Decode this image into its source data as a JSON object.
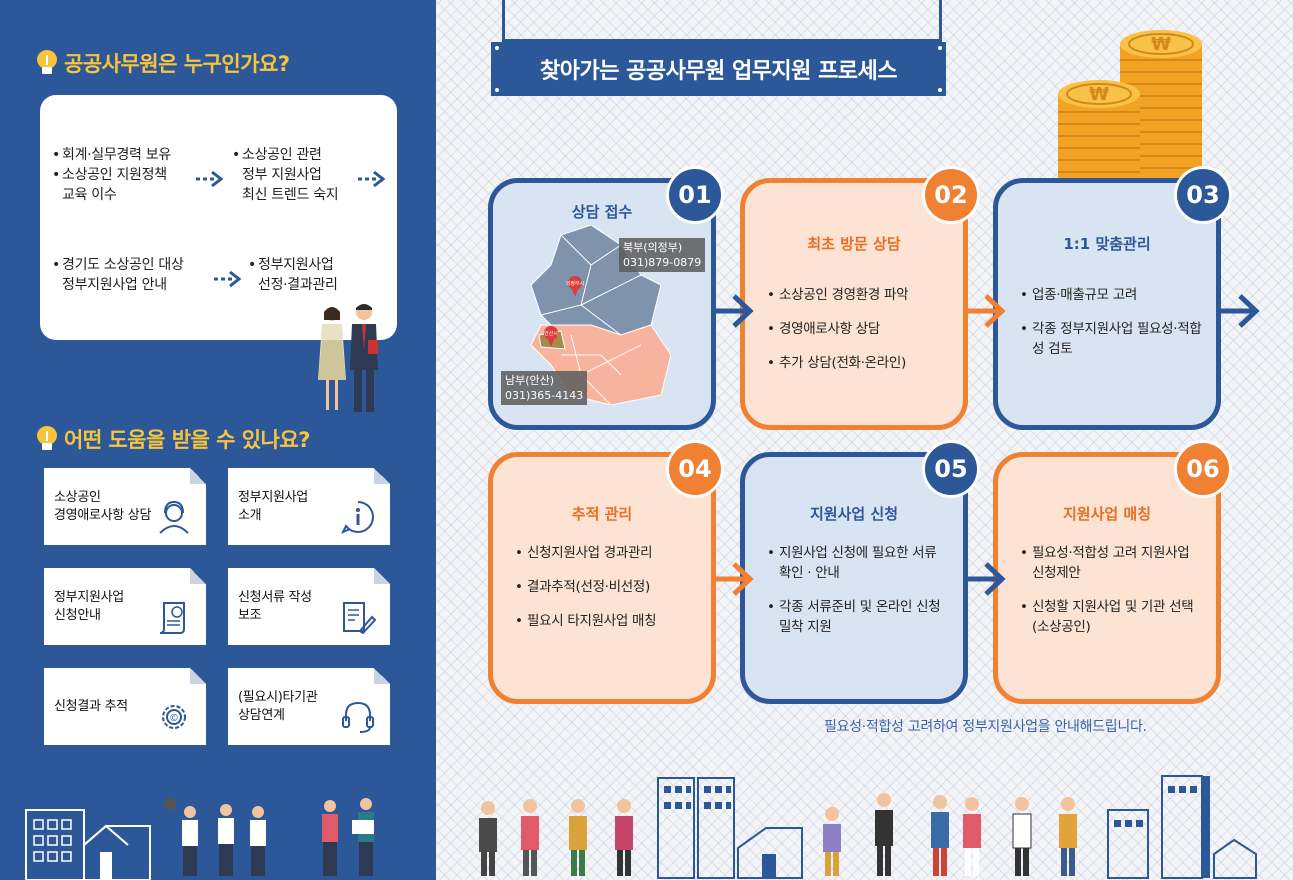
{
  "left": {
    "who_title": "공공사무원은 누구인가요?",
    "who_items": [
      [
        "회계·실무경력 보유",
        "소상공인 지원정책",
        "교육 이수"
      ],
      [
        "소상공인 관련",
        "정부 지원사업",
        "최신 트렌드 숙지"
      ],
      [
        "경기도 소상공인 대상",
        "정부지원사업 안내"
      ],
      [
        "정부지원사업",
        "선정·결과관리"
      ]
    ],
    "help_title": "어떤 도움을 받을 수 있나요?",
    "help_cards": [
      [
        "소상공인",
        "경영애로사항 상담"
      ],
      [
        "정부지원사업",
        "소개"
      ],
      [
        "정부지원사업",
        "신청안내"
      ],
      [
        "신청서류 작성",
        "보조"
      ],
      [
        "신청결과 추적"
      ],
      [
        "(필요시)타기관",
        "상담연계"
      ]
    ]
  },
  "right": {
    "title": "찾아가는 공공사무원 업무지원 프로세스",
    "steps": [
      {
        "num": "01",
        "title": "상담 접수",
        "items": []
      },
      {
        "num": "02",
        "title": "최초 방문 상담",
        "items": [
          "소상공인 경영환경 파악",
          "경영애로사항 상담",
          "추가 상담(전화·온라인)"
        ]
      },
      {
        "num": "03",
        "title": "1:1 맞춤관리",
        "items": [
          "업종·매출규모 고려",
          "각종 정부지원사업 필요성·적합성 검토"
        ]
      },
      {
        "num": "04",
        "title": "추적 관리",
        "items": [
          "신청지원사업 경과관리",
          "결과추적(선정·비선정)",
          "필요시 타지원사업 매칭"
        ]
      },
      {
        "num": "05",
        "title": "지원사업 신청",
        "items": [
          "지원사업 신청에 필요한 서류 확인 · 안내",
          "각종 서류준비 및 온라인 신청 밀착 지원"
        ]
      },
      {
        "num": "06",
        "title": "지원사업 매칭",
        "items": [
          "필요성·적합성 고려 지원사업 신청제안",
          "신청할 지원사업 및 기관 선택(소상공인)"
        ]
      }
    ],
    "map": {
      "north_label": "북부(의정부)",
      "north_phone": "031)879-0879",
      "south_label": "남부(안산)",
      "south_phone": "031)365-4143",
      "north_pin": "의정부시",
      "south_pin": "안산시"
    },
    "footer_note": "필요성·적합성 고려하여 정부지원사업을 안내해드립니다.",
    "coin_symbol": "₩"
  },
  "colors": {
    "blue": "#2c5899",
    "orange": "#f08032",
    "yellow": "#f9c33b"
  }
}
